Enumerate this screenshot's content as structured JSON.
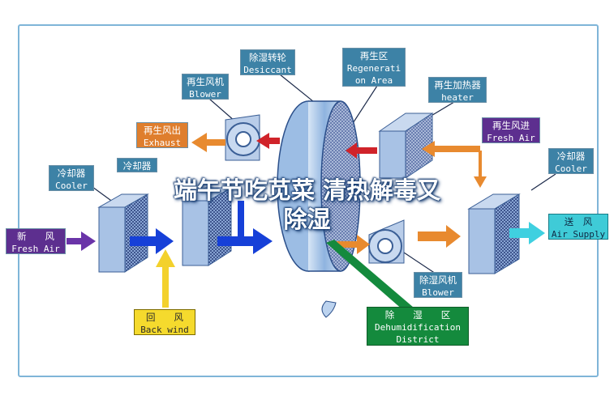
{
  "labels": {
    "desiccant": {
      "cn": "除湿转轮",
      "en": "Desiccant"
    },
    "regeneration_area": {
      "cn": "再生区",
      "en1": "Regenerati",
      "en2": "on Area"
    },
    "regen_blower": {
      "cn": "再生风机",
      "en": "Blower"
    },
    "regen_heater": {
      "cn": "再生加热器",
      "en": "heater"
    },
    "regen_exhaust": {
      "cn": "再生风出",
      "en": "Exhaust"
    },
    "regen_fresh_air": {
      "cn": "再生风进",
      "en": "Fresh Air"
    },
    "cooler_left": {
      "cn": "冷却器",
      "en": "Cooler"
    },
    "cooler_second": {
      "cn": "冷却器"
    },
    "cooler_right": {
      "cn": "冷却器",
      "en": "Cooler"
    },
    "fresh_air": {
      "cn": "新　　风",
      "en": "Fresh Air"
    },
    "air_supply": {
      "cn": "送　风",
      "en": "Air Supply"
    },
    "back_wind": {
      "cn": "回　　风",
      "en": "Back wind"
    },
    "dehum_blower": {
      "cn": "除湿风机",
      "en": "Blower"
    },
    "dehum_district": {
      "cn": "除　　湿　　区",
      "en1": "Dehumidification",
      "en2": "District"
    }
  },
  "watermark": {
    "line1": "端午节吃苋菜 清热解毒又",
    "line2": "除湿"
  },
  "colors": {
    "label_blue": "#3d82a6",
    "exhaust_orange": "#df7e2d",
    "fresh_purple": "#5d2f8f",
    "back_yellow": "#f5da2d",
    "district_green": "#148a3d",
    "supply_cyan": "#3fcbd7",
    "frame_blue": "#7fb5d8",
    "process_blue": "#1640d8",
    "wheel_blue": "#8fb3df"
  }
}
